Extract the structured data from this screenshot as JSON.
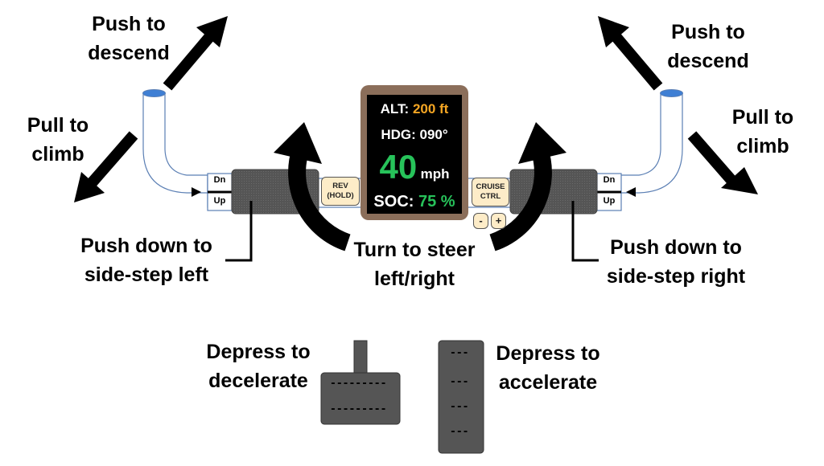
{
  "labels": {
    "push_descend_left": [
      "Push to",
      "descend"
    ],
    "pull_climb_left": [
      "Pull to",
      "climb"
    ],
    "push_descend_right": [
      "Push to",
      "descend"
    ],
    "pull_climb_right": [
      "Pull to",
      "climb"
    ],
    "sidestep_left": [
      "Push down to",
      "side-step left"
    ],
    "sidestep_right": [
      "Push down to",
      "side-step right"
    ],
    "steer": [
      "Turn to steer",
      "left/right"
    ],
    "decelerate": [
      "Depress to",
      "decelerate"
    ],
    "accelerate": [
      "Depress to",
      "accelerate"
    ]
  },
  "trim": {
    "left_dn": "Dn",
    "left_up": "Up",
    "right_dn": "Dn",
    "right_up": "Up"
  },
  "buttons": {
    "rev_line1": "REV",
    "rev_line2": "(HOLD)",
    "cruise_line1": "CRUISE",
    "cruise_line2": "CTRL",
    "minus": "-",
    "plus": "+"
  },
  "display": {
    "alt_label": "ALT:",
    "alt_value": "200 ft",
    "hdg_label": "HDG:",
    "hdg_value": "090°",
    "speed_value": "40",
    "speed_unit": "mph",
    "soc_label": "SOC:",
    "soc_value": "75 %"
  },
  "pedals": {
    "brake_dashes": [
      "---------",
      "---------"
    ],
    "accel_dashes": [
      "---",
      "---",
      "---",
      "---"
    ]
  },
  "colors": {
    "alt_value": "#f5a623",
    "speed_value": "#27c25a",
    "soc_value": "#27c25a",
    "arrow": "#000000",
    "handle_fill": "#555555",
    "grip_outline": "#5b7fb4",
    "button_fill": "#fdecc8",
    "display_bezel": "#8b6e5a"
  }
}
